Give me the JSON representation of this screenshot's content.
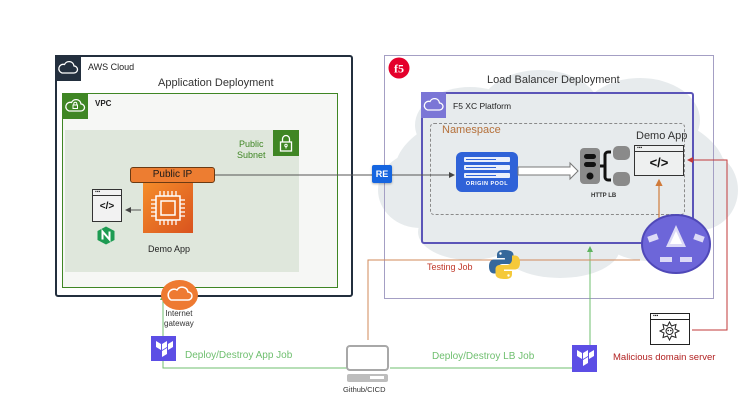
{
  "colors": {
    "aws_dark": "#232f3e",
    "aws_green": "#3f8624",
    "orange": "#ed7d31",
    "f5_red": "#e4002b",
    "xc_purple": "#5b55b8",
    "re_blue": "#1565e0",
    "terraform_purple": "#5c4ee5",
    "job_green": "#6fbf6f",
    "testing_red": "#c0392b",
    "malicious_red": "#b22222"
  },
  "aws": {
    "cloud_label": "AWS Cloud",
    "section_title": "Application Deployment",
    "vpc_label": "VPC",
    "subnet_label_line1": "Public",
    "subnet_label_line2": "Subnet",
    "public_ip_label": "Public IP",
    "demo_app_label": "Demo App",
    "internet_gateway_line1": "Internet",
    "internet_gateway_line2": "gateway"
  },
  "f5": {
    "logo_text": "f5",
    "section_title": "Load Balancer Deployment",
    "platform_label": "F5 XC Platform",
    "namespace_label": "Namespace",
    "demo_app_label": "Demo App",
    "origin_pool_label": "ORIGIN POOL",
    "http_lb_label": "HTTP LB",
    "re_label": "RE"
  },
  "jobs": {
    "testing_job": "Testing Job",
    "deploy_app_job": "Deploy/Destroy App Job",
    "deploy_lb_job": "Deploy/Destroy LB Job",
    "cicd_label": "Github/CICD",
    "malicious_label": "Malicious domain server"
  },
  "icons": {
    "code": "</>"
  }
}
